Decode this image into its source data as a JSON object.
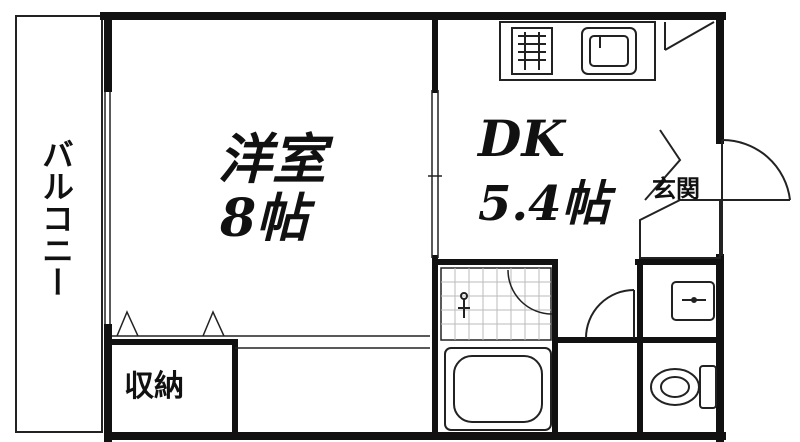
{
  "rooms": {
    "western_room": {
      "name": "洋室",
      "size": "8帖"
    },
    "dk": {
      "name": "DK",
      "size": "5.4帖"
    },
    "balcony": {
      "name": "バルコニー"
    },
    "entrance": {
      "name": "玄関"
    },
    "storage": {
      "name": "収納"
    }
  },
  "colors": {
    "wall": "#111111",
    "line": "#222222",
    "background": "#ffffff",
    "tile": "#e0e0e0"
  }
}
